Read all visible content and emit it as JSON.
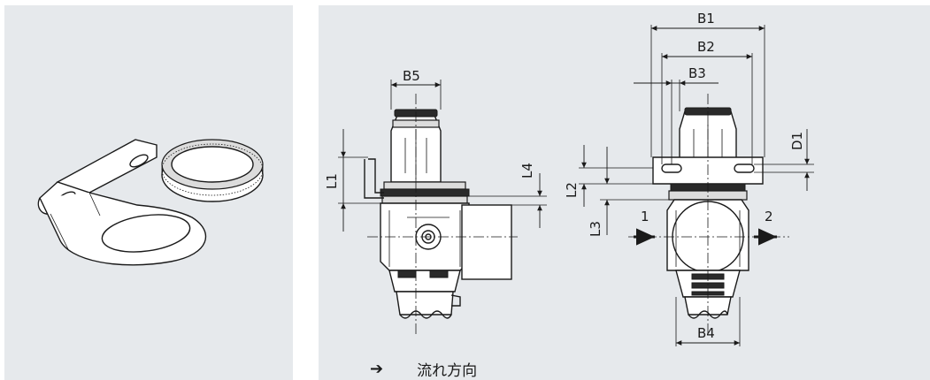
{
  "dimensions": {
    "b1": "B1",
    "b2": "B2",
    "b3": "B3",
    "b4": "B4",
    "b5": "B5",
    "l1": "L1",
    "l2": "L2",
    "l3": "L3",
    "l4": "L4",
    "d1": "D1"
  },
  "ports": {
    "inlet": "1",
    "outlet": "2"
  },
  "legend": {
    "arrow_icon": "right-arrow-icon",
    "label": "流れ方向"
  }
}
